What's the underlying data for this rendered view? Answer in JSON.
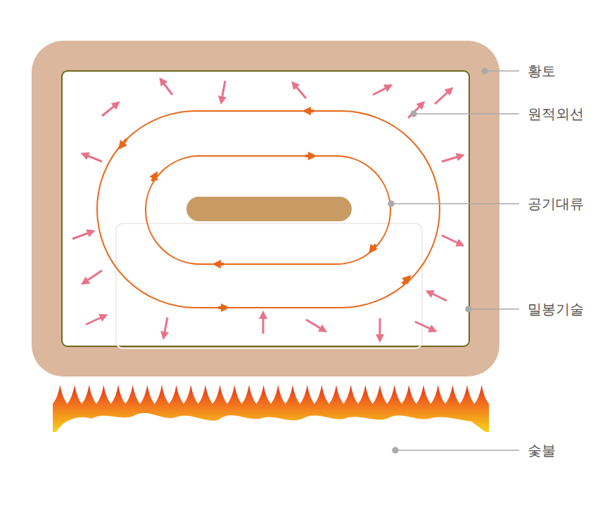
{
  "diagram": {
    "labels": [
      "황토",
      "원적외선",
      "공기대류",
      "밀봉기술",
      "숯불"
    ]
  }
}
